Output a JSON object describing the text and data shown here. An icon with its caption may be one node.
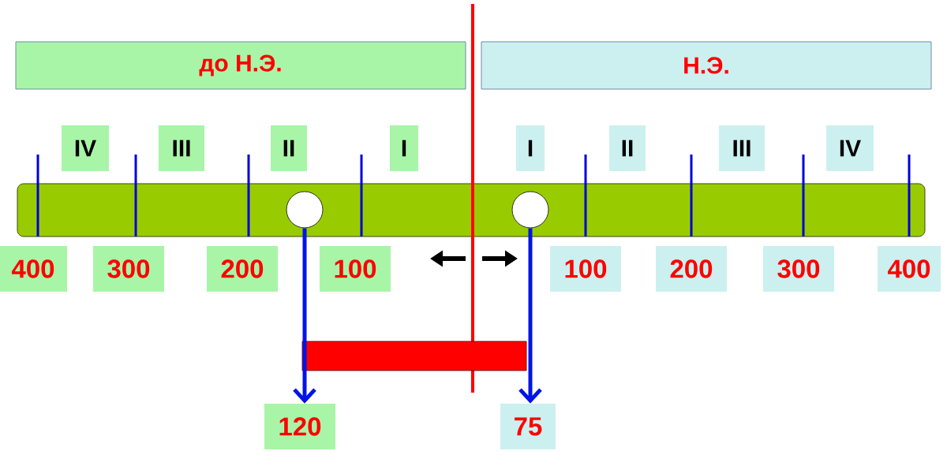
{
  "diagram": {
    "nodes": [
      {
        "text": [
          "до Н.Э."
        ]
      },
      {
        "text": [
          "Н.Э."
        ]
      },
      {
        "text": [
          "IV"
        ]
      },
      {
        "text": [
          "III"
        ]
      },
      {
        "text": [
          "II"
        ]
      },
      {
        "text": [
          "I"
        ]
      },
      {
        "text": [
          "I"
        ]
      },
      {
        "text": [
          "II"
        ]
      },
      {
        "text": [
          "III"
        ]
      },
      {
        "text": [
          "IV"
        ]
      },
      {
        "text": [],
        "shape": "circle"
      },
      {
        "text": [],
        "shape": "circle"
      },
      {
        "text": [
          "400"
        ]
      },
      {
        "text": [
          "300"
        ]
      },
      {
        "text": [
          "200"
        ]
      },
      {
        "text": [
          "100"
        ]
      },
      {
        "text": [
          "100"
        ]
      },
      {
        "text": [
          "200"
        ]
      },
      {
        "text": [
          "300"
        ]
      },
      {
        "text": [
          "400"
        ]
      },
      {
        "text": [
          "120"
        ]
      },
      {
        "text": [
          "75"
        ]
      },
      {
        "text": [],
        "shape": "bar"
      }
    ],
    "edges": [
      {
        "from": 10,
        "to": 20,
        "arrow": "to"
      },
      {
        "from": 11,
        "to": 21,
        "arrow": "to"
      }
    ]
  }
}
